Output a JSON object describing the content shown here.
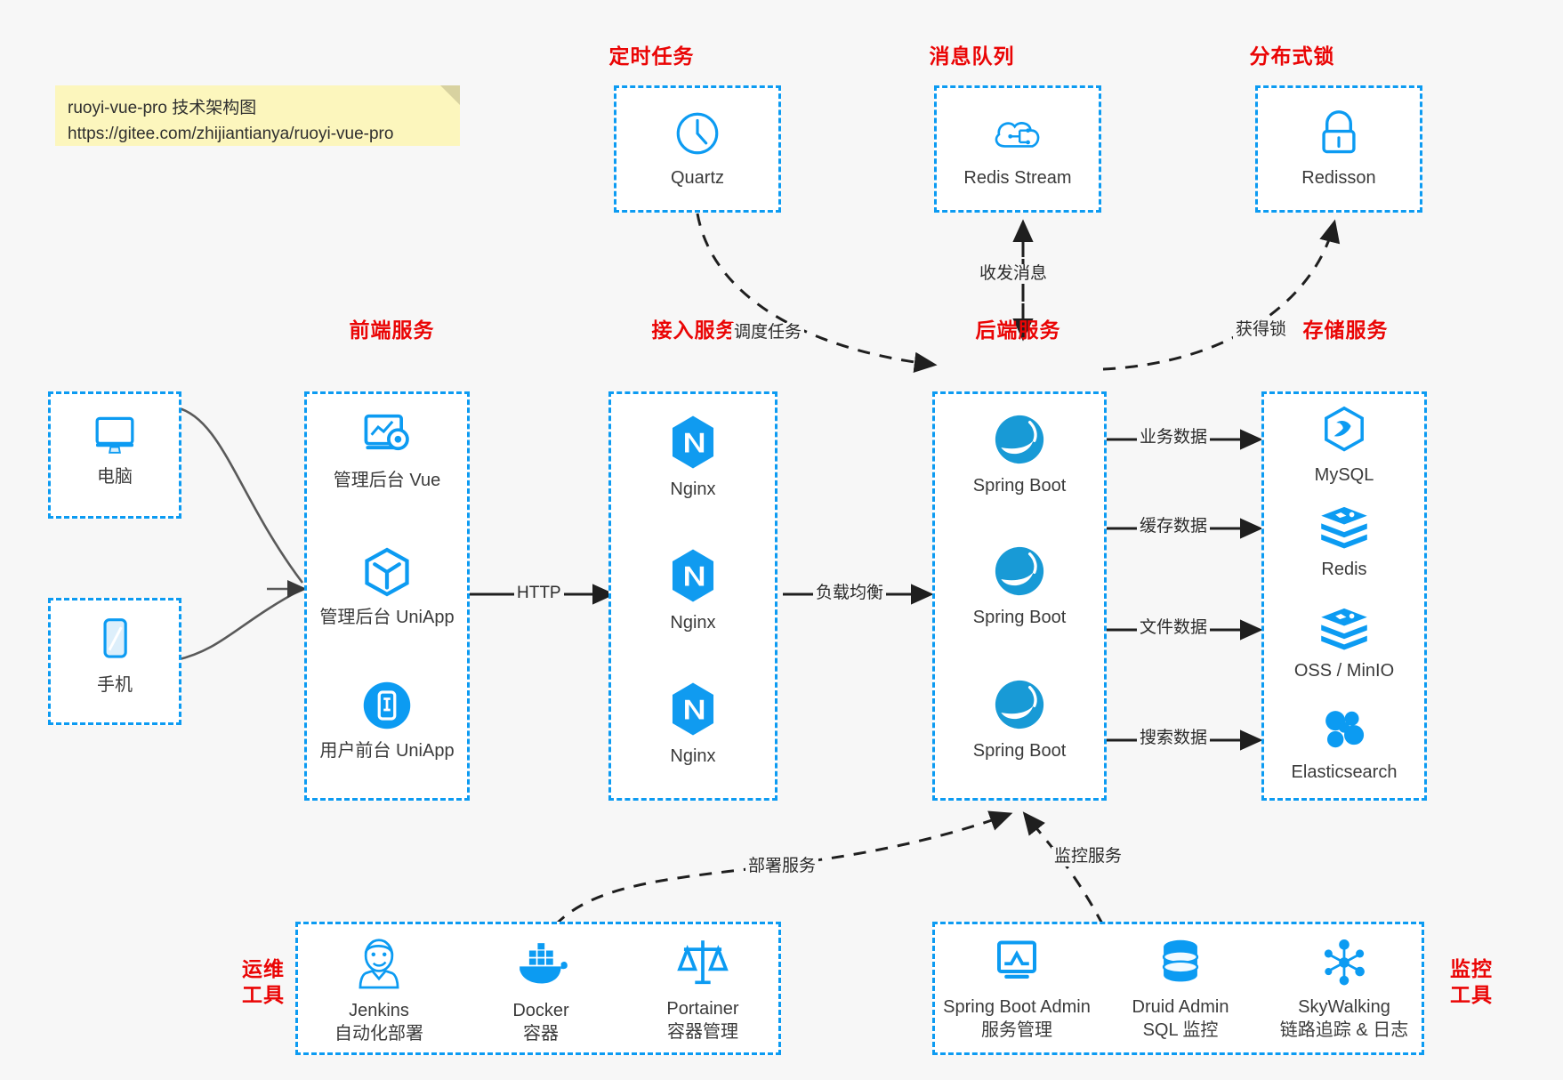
{
  "note": {
    "line1": "ruoyi-vue-pro 技术架构图",
    "line2": "https://gitee.com/zhijiantianya/ruoyi-vue-pro"
  },
  "colors": {
    "accent": "#0c9bf2",
    "title": "#ea0505",
    "text": "#3b3b3b",
    "background": "#f7f7f7",
    "note": "#fcf6bd",
    "edge": "#2b2b2b"
  },
  "groups": {
    "scheduler": {
      "title": "定时任务",
      "nodes": [
        {
          "icon": "clock-icon",
          "label": "Quartz"
        }
      ]
    },
    "mq": {
      "title": "消息队列",
      "nodes": [
        {
          "icon": "cloud-stream-icon",
          "label": "Redis Stream"
        }
      ]
    },
    "lock": {
      "title": "分布式锁",
      "nodes": [
        {
          "icon": "lock-icon",
          "label": "Redisson"
        }
      ]
    },
    "clients": {
      "nodes": [
        {
          "icon": "desktop-icon",
          "label": "电脑"
        },
        {
          "icon": "mobile-icon",
          "label": "手机"
        }
      ]
    },
    "frontend": {
      "title": "前端服务",
      "nodes": [
        {
          "icon": "admin-dashboard-icon",
          "label": "管理后台 Vue"
        },
        {
          "icon": "uniapp-cube-icon",
          "label": "管理后台 UniApp"
        },
        {
          "icon": "mobile-app-icon",
          "label": "用户前台 UniApp"
        }
      ]
    },
    "gateway": {
      "title": "接入服务",
      "nodes": [
        {
          "icon": "nginx-icon",
          "label": "Nginx"
        },
        {
          "icon": "nginx-icon",
          "label": "Nginx"
        },
        {
          "icon": "nginx-icon",
          "label": "Nginx"
        }
      ]
    },
    "backend": {
      "title": "后端服务",
      "nodes": [
        {
          "icon": "spring-boot-icon",
          "label": "Spring Boot"
        },
        {
          "icon": "spring-boot-icon",
          "label": "Spring Boot"
        },
        {
          "icon": "spring-boot-icon",
          "label": "Spring Boot"
        }
      ]
    },
    "storage": {
      "title": "存储服务",
      "nodes": [
        {
          "icon": "mysql-icon",
          "label": "MySQL"
        },
        {
          "icon": "redis-icon",
          "label": "Redis"
        },
        {
          "icon": "minio-icon",
          "label": "OSS / MinIO"
        },
        {
          "icon": "elasticsearch-icon",
          "label": "Elasticsearch"
        }
      ]
    },
    "devops": {
      "title_line1": "运维",
      "title_line2": "工具",
      "nodes": [
        {
          "icon": "jenkins-icon",
          "label": "Jenkins",
          "sublabel": "自动化部署"
        },
        {
          "icon": "docker-icon",
          "label": "Docker",
          "sublabel": "容器"
        },
        {
          "icon": "portainer-icon",
          "label": "Portainer",
          "sublabel": "容器管理"
        }
      ]
    },
    "monitor": {
      "title_line1": "监控",
      "title_line2": "工具",
      "nodes": [
        {
          "icon": "spring-boot-admin-icon",
          "label": "Spring Boot Admin",
          "sublabel": "服务管理"
        },
        {
          "icon": "druid-db-icon",
          "label": "Druid Admin",
          "sublabel": "SQL 监控"
        },
        {
          "icon": "skywalking-icon",
          "label": "SkyWalking",
          "sublabel": "链路追踪 & 日志"
        }
      ]
    }
  },
  "edges": {
    "http": "HTTP",
    "load_balance": "负载均衡",
    "schedule_task": "调度任务",
    "send_receive_message": "收发消息",
    "acquire_lock": "获得锁",
    "business_data": "业务数据",
    "cache_data": "缓存数据",
    "file_data": "文件数据",
    "search_data": "搜索数据",
    "deploy_service": "部署服务",
    "monitor_service": "监控服务"
  }
}
